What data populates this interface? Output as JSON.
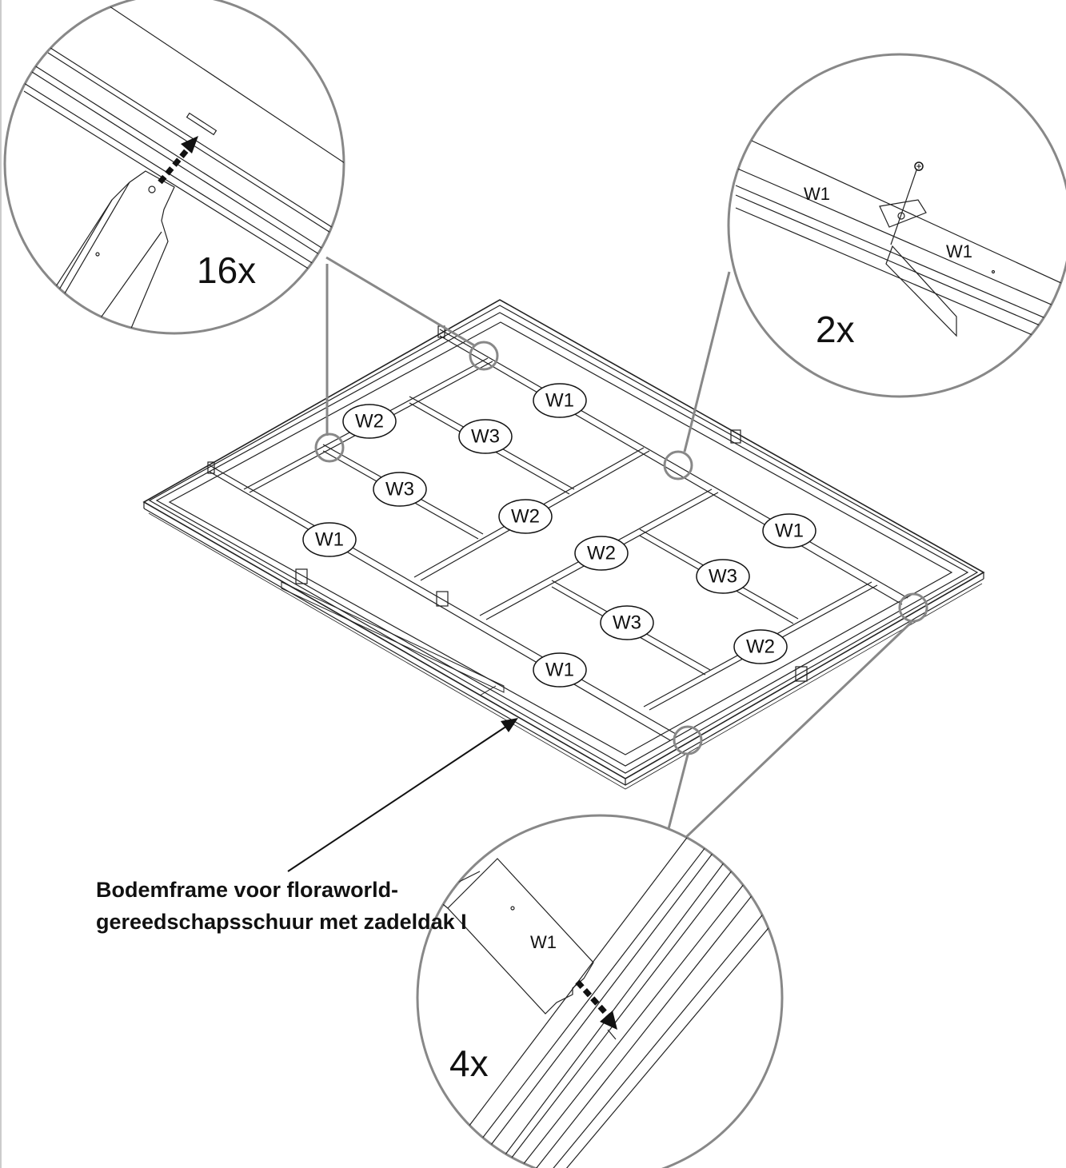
{
  "parts": {
    "w1": "W1",
    "w2": "W2",
    "w3": "W3"
  },
  "details": {
    "top_left_count": "16x",
    "top_right_count": "2x",
    "bottom_count": "4x"
  },
  "caption": {
    "line1": "Bodemframe voor floraworld-",
    "line2": "gereedschapsschuur met zadeldak I"
  }
}
